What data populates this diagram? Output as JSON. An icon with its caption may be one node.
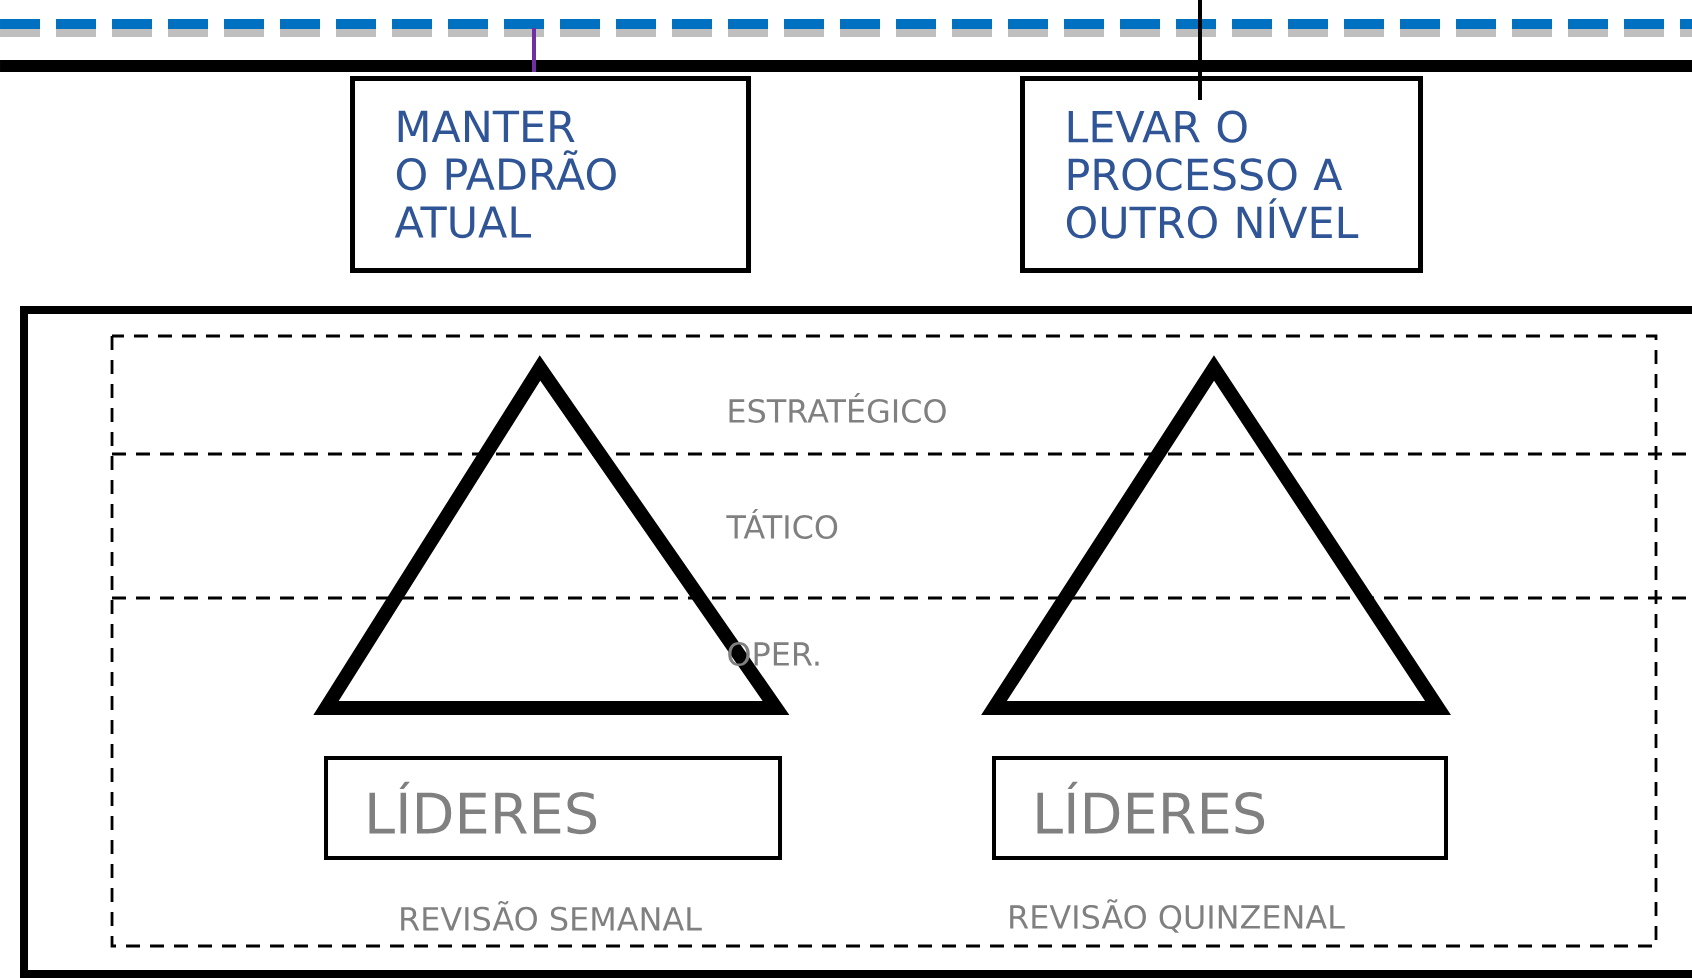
{
  "diagram": {
    "nodes": [
      {
        "text": [
          "MANTER O PADRÃO ATUAL"
        ]
      },
      {
        "text": [
          "LEVAR O PROCESSO A OUTRO NÍVEL"
        ]
      },
      {
        "text": [
          "LÍDERES"
        ]
      },
      {
        "text": [
          "LÍDERES"
        ]
      }
    ],
    "labels": [
      "ESTRATÉGICO",
      "TÁTICO",
      "OPER.",
      "REVISÃO SEMANAL",
      "REVISÃO QUINZENAL"
    ]
  }
}
